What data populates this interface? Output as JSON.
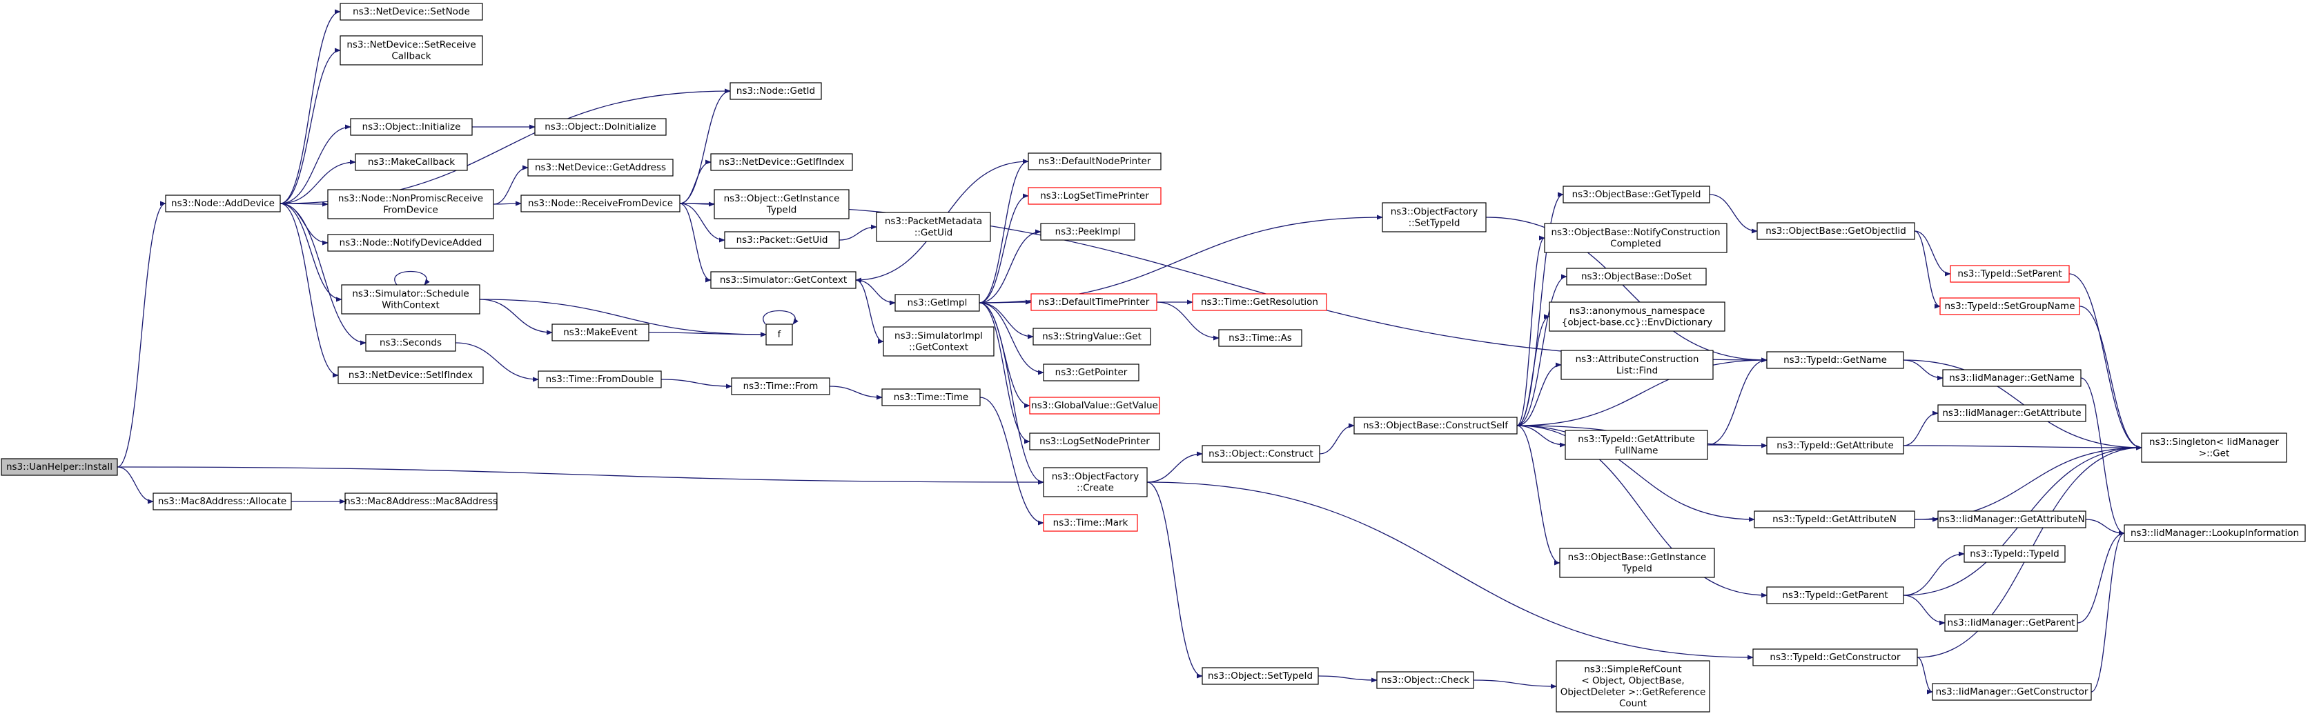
{
  "diagram": {
    "nodes": [
      {
        "id": "install",
        "lines": [
          "ns3::UanHelper::Install"
        ],
        "style": "root"
      },
      {
        "id": "adddevice",
        "lines": [
          "ns3::Node::AddDevice"
        ]
      },
      {
        "id": "allocate",
        "lines": [
          "ns3::Mac8Address::Allocate"
        ]
      },
      {
        "id": "mac8ctor",
        "lines": [
          "ns3::Mac8Address::Mac8Address"
        ]
      },
      {
        "id": "setnode",
        "lines": [
          "ns3::NetDevice::SetNode"
        ]
      },
      {
        "id": "setreceive",
        "lines": [
          "ns3::NetDevice::SetReceive",
          "Callback"
        ]
      },
      {
        "id": "getid",
        "lines": [
          "ns3::Node::GetId"
        ]
      },
      {
        "id": "initialize",
        "lines": [
          "ns3::Object::Initialize"
        ]
      },
      {
        "id": "doinitialize",
        "lines": [
          "ns3::Object::DoInitialize"
        ]
      },
      {
        "id": "makecallback",
        "lines": [
          "ns3::MakeCallback"
        ]
      },
      {
        "id": "nonpromisc",
        "lines": [
          "ns3::Node::NonPromiscReceive",
          "FromDevice"
        ]
      },
      {
        "id": "getaddress",
        "lines": [
          "ns3::NetDevice::GetAddress"
        ]
      },
      {
        "id": "receivefrom",
        "lines": [
          "ns3::Node::ReceiveFromDevice"
        ]
      },
      {
        "id": "getifindex",
        "lines": [
          "ns3::NetDevice::GetIfIndex"
        ]
      },
      {
        "id": "getinstancetypeid",
        "lines": [
          "ns3::Object::GetInstance",
          "TypeId"
        ]
      },
      {
        "id": "getuid",
        "lines": [
          "ns3::Packet::GetUid"
        ]
      },
      {
        "id": "pmgetuid",
        "lines": [
          "ns3::PacketMetadata",
          "::GetUid"
        ]
      },
      {
        "id": "notifyadded",
        "lines": [
          "ns3::Node::NotifyDeviceAdded"
        ]
      },
      {
        "id": "schedule",
        "lines": [
          "ns3::Simulator::Schedule",
          "WithContext"
        ]
      },
      {
        "id": "makeevent",
        "lines": [
          "ns3::MakeEvent"
        ]
      },
      {
        "id": "f",
        "lines": [
          "f"
        ]
      },
      {
        "id": "seconds",
        "lines": [
          "ns3::Seconds"
        ]
      },
      {
        "id": "fromdouble",
        "lines": [
          "ns3::Time::FromDouble"
        ]
      },
      {
        "id": "timefrom",
        "lines": [
          "ns3::Time::From"
        ]
      },
      {
        "id": "timetime",
        "lines": [
          "ns3::Time::Time"
        ]
      },
      {
        "id": "setifindex",
        "lines": [
          "ns3::NetDevice::SetIfIndex"
        ]
      },
      {
        "id": "getcontext",
        "lines": [
          "ns3::Simulator::GetContext"
        ]
      },
      {
        "id": "getimpl",
        "lines": [
          "ns3::GetImpl"
        ]
      },
      {
        "id": "simimplcontext",
        "lines": [
          "ns3::SimulatorImpl",
          "::GetContext"
        ]
      },
      {
        "id": "defaultnodeprinter",
        "lines": [
          "ns3::DefaultNodePrinter"
        ]
      },
      {
        "id": "logsettimeprinter",
        "lines": [
          "ns3::LogSetTimePrinter"
        ],
        "style": "red"
      },
      {
        "id": "peekimpl",
        "lines": [
          "ns3::PeekImpl"
        ]
      },
      {
        "id": "defaulttimeprinter",
        "lines": [
          "ns3::DefaultTimePrinter"
        ],
        "style": "red"
      },
      {
        "id": "getresolution",
        "lines": [
          "ns3::Time::GetResolution"
        ],
        "style": "red"
      },
      {
        "id": "timeas",
        "lines": [
          "ns3::Time::As"
        ]
      },
      {
        "id": "stringvalueget",
        "lines": [
          "ns3::StringValue::Get"
        ]
      },
      {
        "id": "getpointer",
        "lines": [
          "ns3::GetPointer"
        ]
      },
      {
        "id": "globalvalue",
        "lines": [
          "ns3::GlobalValue::GetValue"
        ],
        "style": "red"
      },
      {
        "id": "logsetnodeprinter",
        "lines": [
          "ns3::LogSetNodePrinter"
        ]
      },
      {
        "id": "objfactorycreate",
        "lines": [
          "ns3::ObjectFactory",
          "::Create"
        ]
      },
      {
        "id": "timemark",
        "lines": [
          "ns3::Time::Mark"
        ],
        "style": "red"
      },
      {
        "id": "objconstruct",
        "lines": [
          "ns3::Object::Construct"
        ]
      },
      {
        "id": "objsettypeid",
        "lines": [
          "ns3::Object::SetTypeId"
        ]
      },
      {
        "id": "objcheck",
        "lines": [
          "ns3::Object::Check"
        ]
      },
      {
        "id": "getrefcount",
        "lines": [
          "ns3::SimpleRefCount",
          "< Object, ObjectBase,",
          "ObjectDeleter >::GetReference",
          "Count"
        ]
      },
      {
        "id": "objfactorysettypeid",
        "lines": [
          "ns3::ObjectFactory",
          "::SetTypeId"
        ]
      },
      {
        "id": "constructself",
        "lines": [
          "ns3::ObjectBase::ConstructSelf"
        ]
      },
      {
        "id": "obgettypeid",
        "lines": [
          "ns3::ObjectBase::GetTypeId"
        ]
      },
      {
        "id": "notifyconstruction",
        "lines": [
          "ns3::ObjectBase::NotifyConstruction",
          "Completed"
        ]
      },
      {
        "id": "doset",
        "lines": [
          "ns3::ObjectBase::DoSet"
        ]
      },
      {
        "id": "envdictionary",
        "lines": [
          "ns3::anonymous_namespace",
          "{object-base.cc}::EnvDictionary"
        ]
      },
      {
        "id": "attrconstruction",
        "lines": [
          "ns3::AttributeConstruction",
          "List::Find"
        ]
      },
      {
        "id": "getattrfullname",
        "lines": [
          "ns3::TypeId::GetAttribute",
          "FullName"
        ]
      },
      {
        "id": "obgetinstancetypeid",
        "lines": [
          "ns3::ObjectBase::GetInstance",
          "TypeId"
        ]
      },
      {
        "id": "getobjectiid",
        "lines": [
          "ns3::ObjectBase::GetObjectIid"
        ]
      },
      {
        "id": "typeidsetparent",
        "lines": [
          "ns3::TypeId::SetParent"
        ],
        "style": "red"
      },
      {
        "id": "typeidsetgroupname",
        "lines": [
          "ns3::TypeId::SetGroupName"
        ],
        "style": "red"
      },
      {
        "id": "typeidgetname",
        "lines": [
          "ns3::TypeId::GetName"
        ]
      },
      {
        "id": "iidgetname",
        "lines": [
          "ns3::IidManager::GetName"
        ]
      },
      {
        "id": "typeidgetattribute",
        "lines": [
          "ns3::TypeId::GetAttribute"
        ]
      },
      {
        "id": "iidgetattribute",
        "lines": [
          "ns3::IidManager::GetAttribute"
        ]
      },
      {
        "id": "singletonget",
        "lines": [
          "ns3::Singleton< IidManager",
          ">::Get"
        ]
      },
      {
        "id": "typeidgetattributen",
        "lines": [
          "ns3::TypeId::GetAttributeN"
        ]
      },
      {
        "id": "iidgetattributen",
        "lines": [
          "ns3::IidManager::GetAttributeN"
        ]
      },
      {
        "id": "lookupinformation",
        "lines": [
          "ns3::IidManager::LookupInformation"
        ]
      },
      {
        "id": "typeidtypeid",
        "lines": [
          "ns3::TypeId::TypeId"
        ]
      },
      {
        "id": "typeidgetparent",
        "lines": [
          "ns3::TypeId::GetParent"
        ]
      },
      {
        "id": "iidgetparent",
        "lines": [
          "ns3::IidManager::GetParent"
        ]
      },
      {
        "id": "typeidgetconstructor",
        "lines": [
          "ns3::TypeId::GetConstructor"
        ]
      },
      {
        "id": "iidgetconstructor",
        "lines": [
          "ns3::IidManager::GetConstructor"
        ]
      }
    ],
    "edges": [
      [
        "install",
        "adddevice"
      ],
      [
        "install",
        "allocate"
      ],
      [
        "install",
        "objfactorycreate"
      ],
      [
        "allocate",
        "mac8ctor"
      ],
      [
        "adddevice",
        "setnode"
      ],
      [
        "adddevice",
        "setreceive"
      ],
      [
        "adddevice",
        "getid"
      ],
      [
        "adddevice",
        "initialize"
      ],
      [
        "adddevice",
        "makecallback"
      ],
      [
        "adddevice",
        "nonpromisc"
      ],
      [
        "adddevice",
        "notifyadded"
      ],
      [
        "adddevice",
        "schedule"
      ],
      [
        "adddevice",
        "seconds"
      ],
      [
        "adddevice",
        "setifindex"
      ],
      [
        "initialize",
        "doinitialize"
      ],
      [
        "nonpromisc",
        "getaddress"
      ],
      [
        "nonpromisc",
        "receivefrom"
      ],
      [
        "receivefrom",
        "getid"
      ],
      [
        "receivefrom",
        "getifindex"
      ],
      [
        "receivefrom",
        "getinstancetypeid"
      ],
      [
        "receivefrom",
        "getuid"
      ],
      [
        "receivefrom",
        "getcontext"
      ],
      [
        "receivefrom",
        "typeidgetname"
      ],
      [
        "getuid",
        "pmgetuid"
      ],
      [
        "schedule",
        "schedule"
      ],
      [
        "schedule",
        "makeevent"
      ],
      [
        "schedule",
        "f"
      ],
      [
        "makeevent",
        "f"
      ],
      [
        "f",
        "f"
      ],
      [
        "seconds",
        "fromdouble"
      ],
      [
        "fromdouble",
        "timefrom"
      ],
      [
        "timefrom",
        "timetime"
      ],
      [
        "timetime",
        "timemark"
      ],
      [
        "getcontext",
        "getimpl"
      ],
      [
        "getcontext",
        "simimplcontext"
      ],
      [
        "getimpl",
        "defaultnodeprinter"
      ],
      [
        "getimpl",
        "logsettimeprinter"
      ],
      [
        "getimpl",
        "peekimpl"
      ],
      [
        "getimpl",
        "defaulttimeprinter"
      ],
      [
        "getimpl",
        "stringvalueget"
      ],
      [
        "getimpl",
        "getpointer"
      ],
      [
        "getimpl",
        "globalvalue"
      ],
      [
        "getimpl",
        "logsetnodeprinter"
      ],
      [
        "getimpl",
        "objfactorycreate"
      ],
      [
        "getimpl",
        "objfactorysettypeid"
      ],
      [
        "defaultnodeprinter",
        "getcontext"
      ],
      [
        "defaulttimeprinter",
        "getresolution"
      ],
      [
        "defaulttimeprinter",
        "timeas"
      ],
      [
        "objfactorycreate",
        "objconstruct"
      ],
      [
        "objfactorycreate",
        "objsettypeid"
      ],
      [
        "objfactorycreate",
        "typeidgetconstructor"
      ],
      [
        "objconstruct",
        "constructself"
      ],
      [
        "objsettypeid",
        "objcheck"
      ],
      [
        "objcheck",
        "getrefcount"
      ],
      [
        "objfactorysettypeid",
        "typeidgetname"
      ],
      [
        "constructself",
        "obgettypeid"
      ],
      [
        "constructself",
        "notifyconstruction"
      ],
      [
        "constructself",
        "doset"
      ],
      [
        "constructself",
        "envdictionary"
      ],
      [
        "constructself",
        "attrconstruction"
      ],
      [
        "constructself",
        "getattrfullname"
      ],
      [
        "constructself",
        "obgetinstancetypeid"
      ],
      [
        "constructself",
        "typeidgetname"
      ],
      [
        "constructself",
        "typeidgetattribute"
      ],
      [
        "constructself",
        "typeidgetattributen"
      ],
      [
        "constructself",
        "typeidgetparent"
      ],
      [
        "obgettypeid",
        "getobjectiid"
      ],
      [
        "getobjectiid",
        "typeidsetparent"
      ],
      [
        "getobjectiid",
        "typeidsetgroupname"
      ],
      [
        "typeidsetparent",
        "singletonget"
      ],
      [
        "typeidsetgroupname",
        "singletonget"
      ],
      [
        "getattrfullname",
        "typeidgetname"
      ],
      [
        "getattrfullname",
        "typeidgetattribute"
      ],
      [
        "typeidgetname",
        "iidgetname"
      ],
      [
        "typeidgetname",
        "singletonget"
      ],
      [
        "iidgetname",
        "lookupinformation"
      ],
      [
        "typeidgetattribute",
        "iidgetattribute"
      ],
      [
        "typeidgetattribute",
        "singletonget"
      ],
      [
        "typeidgetattributen",
        "iidgetattributen"
      ],
      [
        "typeidgetattributen",
        "singletonget"
      ],
      [
        "iidgetattributen",
        "lookupinformation"
      ],
      [
        "typeidgetparent",
        "typeidtypeid"
      ],
      [
        "typeidgetparent",
        "iidgetparent"
      ],
      [
        "typeidgetparent",
        "singletonget"
      ],
      [
        "iidgetparent",
        "lookupinformation"
      ],
      [
        "typeidgetconstructor",
        "iidgetconstructor"
      ],
      [
        "typeidgetconstructor",
        "singletonget"
      ],
      [
        "iidgetconstructor",
        "lookupinformation"
      ]
    ]
  }
}
